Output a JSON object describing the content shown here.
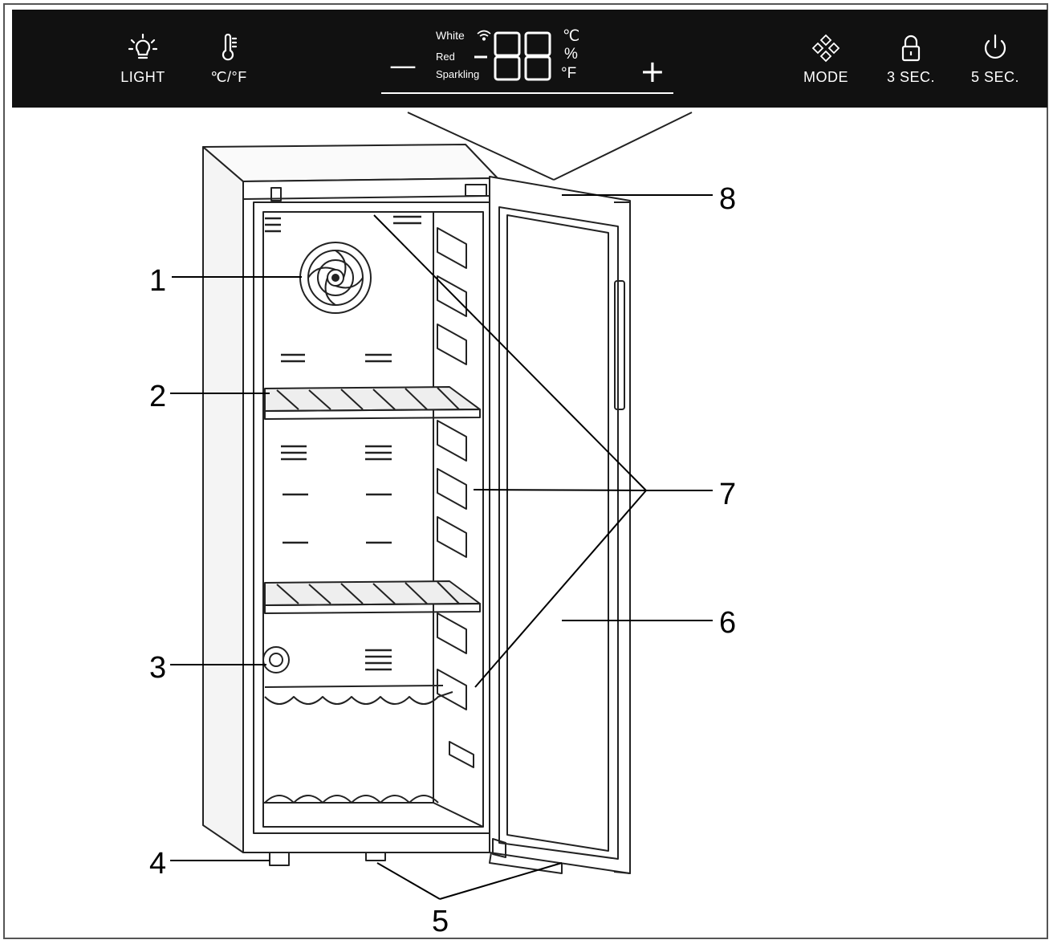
{
  "control_panel": {
    "light_label": "LIGHT",
    "unit_label": "℃/°F",
    "mode_label": "MODE",
    "lock_label": "3 SEC.",
    "power_label": "5 SEC.",
    "minus": "—",
    "plus": "+",
    "wine_modes": [
      "White",
      "Red",
      "Sparkling"
    ],
    "display_value": "-88",
    "units": [
      "℃",
      "%",
      "°F"
    ],
    "icons": [
      "light-bulb-icon",
      "thermometer-icon",
      "wifi-icon",
      "mode-diamond-icon",
      "lock-icon",
      "power-icon"
    ]
  },
  "callouts": [
    "1",
    "2",
    "3",
    "4",
    "5",
    "6",
    "7",
    "8"
  ]
}
